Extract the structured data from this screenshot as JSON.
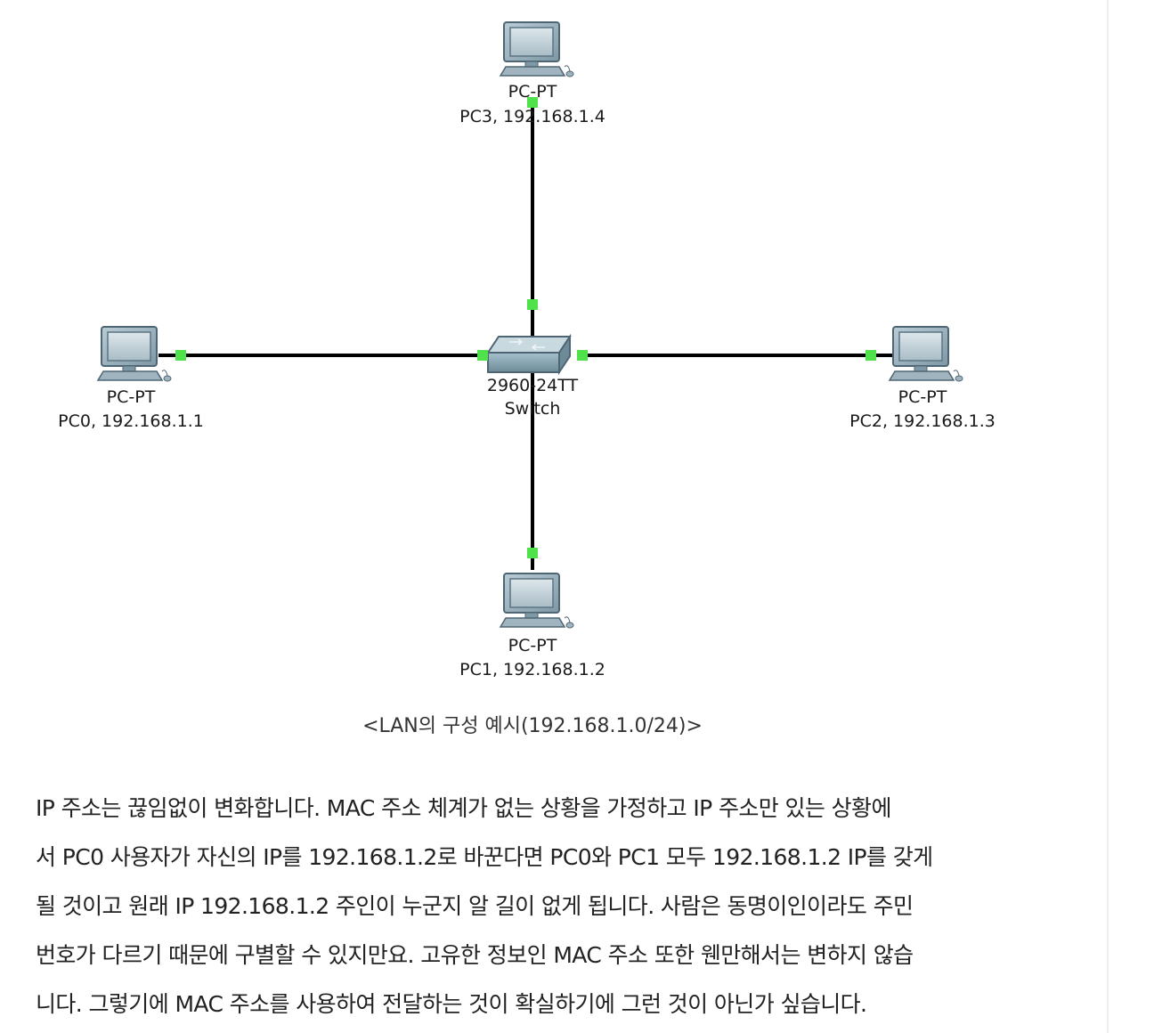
{
  "diagram": {
    "switch": {
      "model": "2960-24TT",
      "type": "Switch"
    },
    "pcs": [
      {
        "id": "pc3",
        "model": "PC-PT",
        "label": "PC3, 192.168.1.4"
      },
      {
        "id": "pc0",
        "model": "PC-PT",
        "label": "PC0, 192.168.1.1"
      },
      {
        "id": "pc2",
        "model": "PC-PT",
        "label": "PC2, 192.168.1.3"
      },
      {
        "id": "pc1",
        "model": "PC-PT",
        "label": "PC1, 192.168.1.2"
      }
    ],
    "link_color": "#000000",
    "port_color": "#4fe24a"
  },
  "caption": "<LAN의 구성 예시(192.168.1.0/24)>",
  "paragraph": {
    "lines": [
      "IP 주소는 끊임없이 변화합니다.  MAC 주소 체계가 없는 상황을 가정하고 IP 주소만 있는 상황에",
      "서 PC0 사용자가 자신의 IP를 192.168.1.2로 바꾼다면 PC0와 PC1 모두 192.168.1.2 IP를 갖게",
      "될 것이고 원래 IP 192.168.1.2 주인이 누군지 알 길이 없게 됩니다. 사람은 동명이인이라도 주민",
      "번호가 다르기 때문에 구별할 수 있지만요. 고유한 정보인 MAC 주소 또한 웬만해서는 변하지 않습",
      "니다. 그렇기에 MAC 주소를 사용하여 전달하는 것이 확실하기에 그런 것이 아닌가 싶습니다."
    ]
  }
}
